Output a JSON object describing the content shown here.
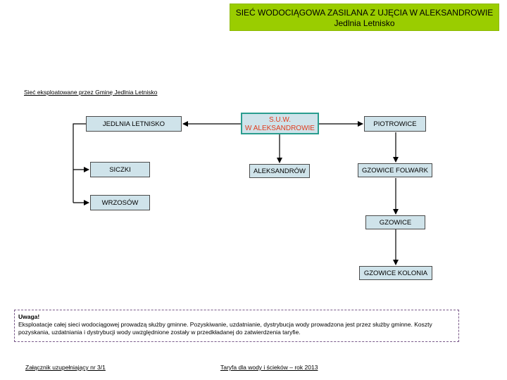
{
  "title": {
    "line1": "SIEĆ WODOCIĄGOWA ZASILANA Z UJĘCIA W ALEKSANDROWIE",
    "line2": "Jedlnia Letnisko"
  },
  "subtitle": "Sieć eksploatowane przez Gminę Jedlnia Letnisko",
  "nodes": {
    "suw_line1": "S.U.W.",
    "suw_line2": "W ALEKSANDROWIE",
    "jedlnia_letnisko": "JEDLNIA LETNISKO",
    "siczki": "SICZKI",
    "wrzosow": "WRZOSÓW",
    "aleksandrow": "ALEKSANDRÓW",
    "piotrowice": "PIOTROWICE",
    "gzowice_folwark": "GZOWICE FOLWARK",
    "gzowice": "GZOWICE",
    "gzowice_kolonia": "GZOWICE KOLONIA"
  },
  "note": {
    "heading": "Uwaga!",
    "text": "Eksploatacje całej sieci wodociągowej prowadzą służby gminne. Pozyskiwanie, uzdatnianie, dystrybucja wody prowadzona jest przez służby gminne. Koszty pozyskania, uzdatniania i dystrybucji wody uwzględnione zostały w przedkładanej do zatwierdzenia taryfie."
  },
  "footer": {
    "left": "Załącznik uzupełniający nr 3/1",
    "right": "Taryfa dla wody i ścieków – rok 2013"
  },
  "colors": {
    "title_bg": "#9acd00",
    "node_bg": "#cfe3ea",
    "suw_border": "#2a9d8f",
    "suw_text": "#e03c1e"
  }
}
